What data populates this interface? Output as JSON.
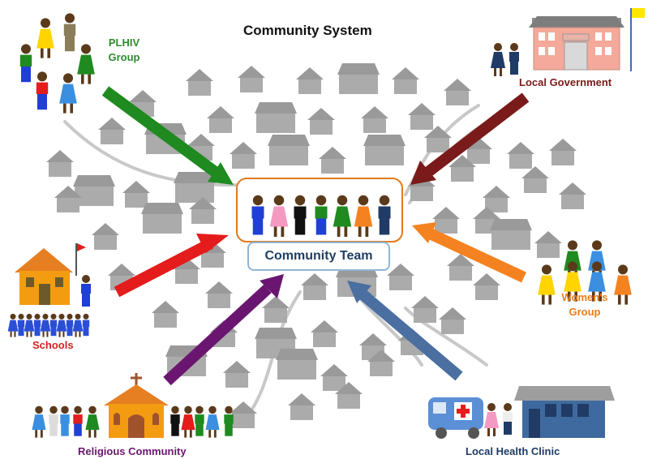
{
  "title": "Community System",
  "center": {
    "team_label": "Community Team"
  },
  "groups": {
    "plhiv": {
      "line1": "PLHIV",
      "line2": "Group"
    },
    "local_government": {
      "label": "Local Government"
    },
    "schools": {
      "label": "Schools"
    },
    "womens": {
      "line1": "Women's",
      "line2": "Group"
    },
    "religious": {
      "label": "Religious Community"
    },
    "clinic": {
      "label": "Local Health Clinic"
    }
  },
  "colors": {
    "plhiv": "#1f8a1f",
    "local_government": "#7a1a1a",
    "schools": "#e41c1c",
    "womens": "#f58220",
    "religious": "#6a1670",
    "clinic": "#4a6fa0",
    "house": "#a6a6a6",
    "road": "#bdbdbd",
    "team_border": "#e07a1c"
  },
  "icons": [
    "house-icon",
    "person-icon",
    "ambulance-icon",
    "church-icon",
    "school-icon",
    "flag-icon",
    "cross-icon"
  ]
}
